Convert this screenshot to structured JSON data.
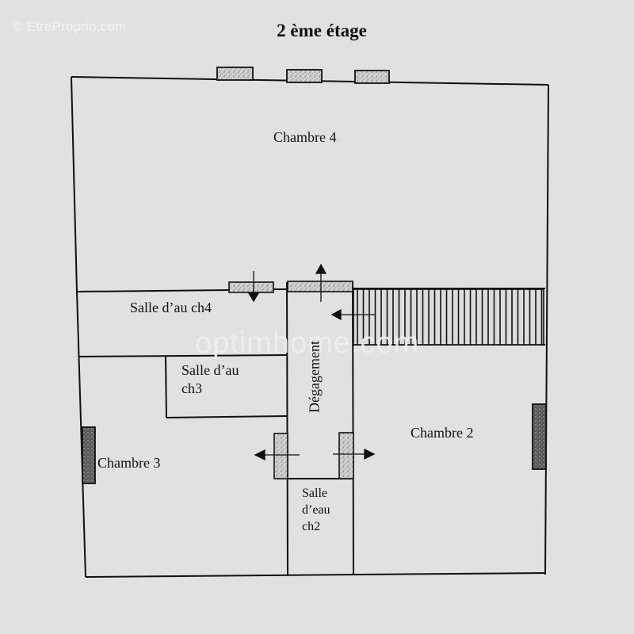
{
  "watermarks": {
    "top_left": "© EtreProprio.com",
    "center": "optimhome.com"
  },
  "plan": {
    "title": "2 ème étage",
    "rooms": [
      {
        "id": "chambre4",
        "label": "Chambre 4"
      },
      {
        "id": "salle-eau-ch4",
        "label": "Salle d’au ch4"
      },
      {
        "id": "salle-eau-ch3",
        "label_line1": "Salle d’au",
        "label_line2": "ch3"
      },
      {
        "id": "degagement",
        "label": "Dégagement"
      },
      {
        "id": "chambre2",
        "label": "Chambre 2"
      },
      {
        "id": "chambre3",
        "label": "Chambre 3"
      },
      {
        "id": "salle-eau-ch2",
        "label_line1": "Salle",
        "label_line2": "d’eau",
        "label_line3": "ch2"
      }
    ],
    "colors": {
      "background": "#e1e1e1",
      "wall": "#111111",
      "window_fill": "#c8c8c8",
      "dark_window_fill": "#6a6a6a"
    }
  }
}
